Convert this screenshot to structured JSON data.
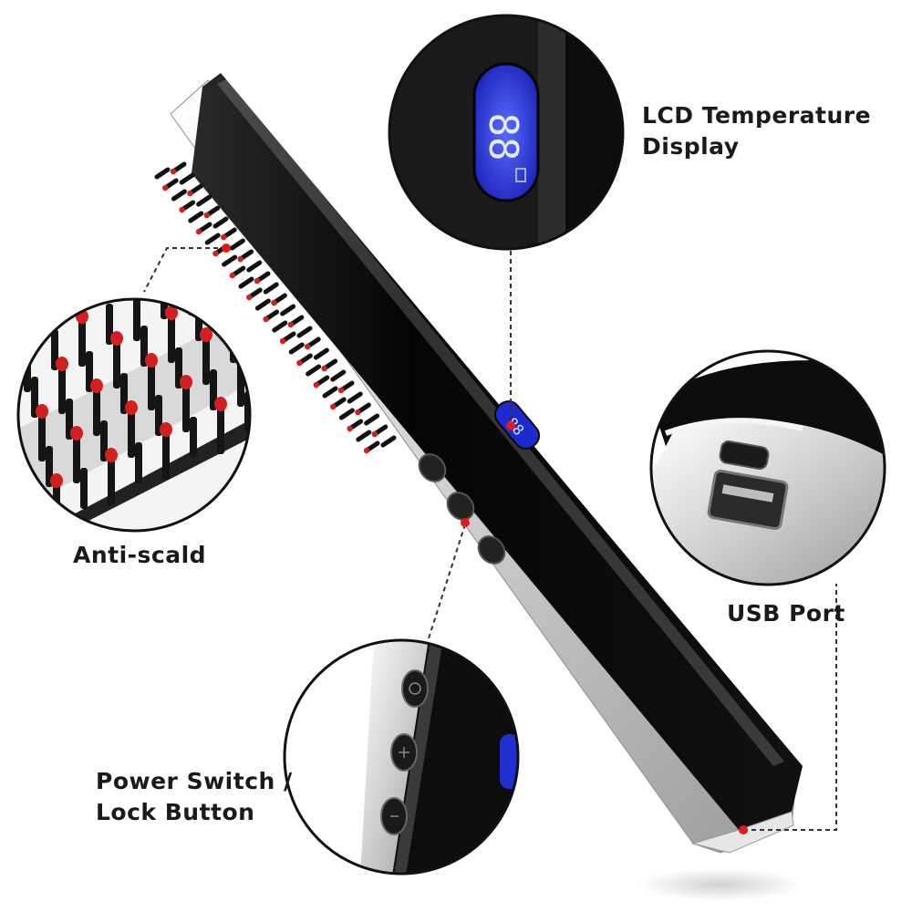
{
  "labels": {
    "lcd_line1": "LCD Temperature",
    "lcd_line2": "Display",
    "anti_scald": "Anti-scald",
    "usb_port": "USB Port",
    "power_line1": "Power Switch /",
    "power_line2": "Lock Button"
  },
  "display": {
    "digits": "88"
  },
  "colors": {
    "body_black": "#0b0b0b",
    "silver": "#d9d9d9",
    "lcd_blue": "#2b3ff0",
    "bristle_tip_red": "#d21f1f",
    "callout_line": "#333333"
  }
}
